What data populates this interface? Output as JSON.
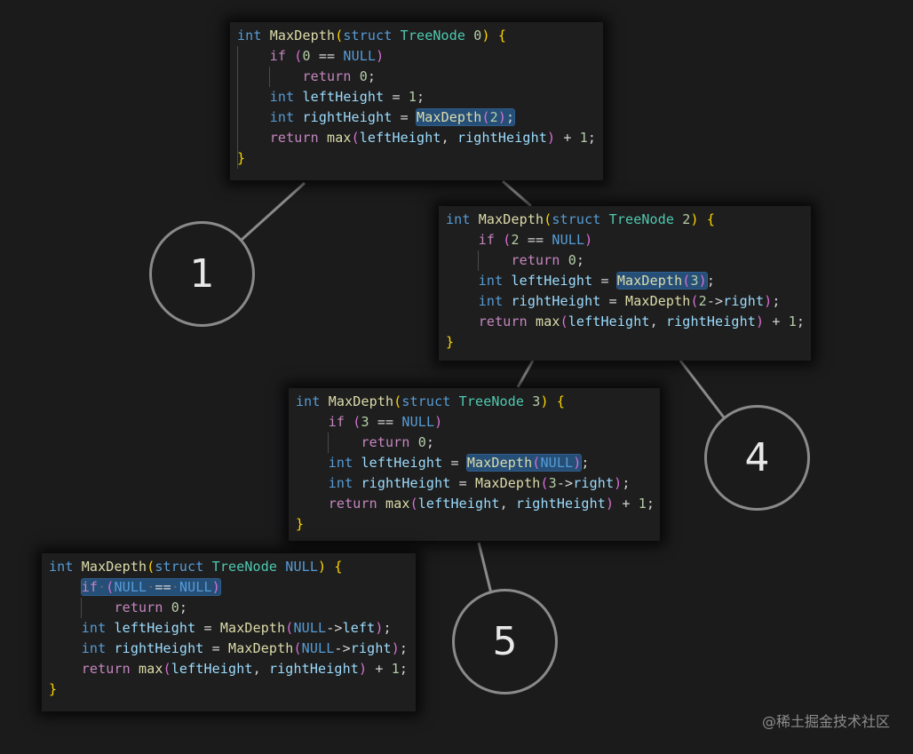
{
  "watermark": "@稀土掘金技术社区",
  "steps": [
    "1",
    "4",
    "5"
  ],
  "blocks": [
    {
      "header": {
        "kw_int": "int",
        "fn": "MaxDepth",
        "kw_struct": "struct",
        "type": "TreeNode",
        "arg": "0"
      },
      "if_arg": "0",
      "return0_val": "0",
      "left_val": "1",
      "right_call_arg": "2",
      "final": {
        "plus": "+",
        "one": "1"
      }
    },
    {
      "header": {
        "kw_int": "int",
        "fn": "MaxDepth",
        "kw_struct": "struct",
        "type": "TreeNode",
        "arg": "2"
      },
      "if_arg": "2",
      "return0_val": "0",
      "left_call_arg": "3",
      "right_call_num": "2",
      "right_call_field": "right"
    },
    {
      "header": {
        "kw_int": "int",
        "fn": "MaxDepth",
        "kw_struct": "struct",
        "type": "TreeNode",
        "arg": "3"
      },
      "if_arg": "3",
      "return0_val": "0",
      "left_call_arg": "NULL",
      "right_call_num": "3",
      "right_call_field": "right"
    },
    {
      "header": {
        "kw_int": "int",
        "fn": "MaxDepth",
        "kw_struct": "struct",
        "type": "TreeNode",
        "arg": "NULL"
      },
      "if_arg": "NULL",
      "return0_val": "0",
      "left_call_num": "NULL",
      "left_call_field": "left",
      "right_call_num": "NULL",
      "right_call_field": "right"
    }
  ],
  "tokens": {
    "if": "if",
    "eq": "==",
    "null": "NULL",
    "return": "return",
    "int": "int",
    "left": "leftHeight",
    "right": "rightHeight",
    "max": "max",
    "fn": "MaxDepth",
    "arrow": "->"
  }
}
